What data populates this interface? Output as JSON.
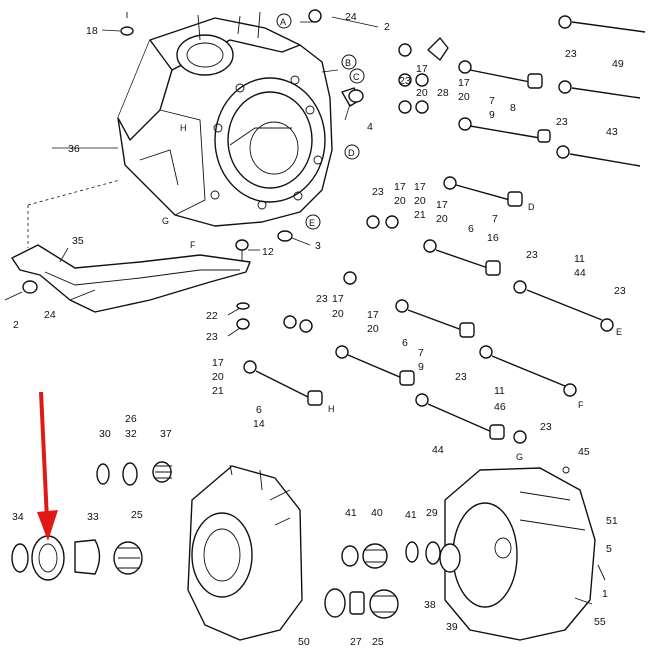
{
  "accent_color": "#e01818",
  "labels": {
    "l18": "18",
    "l24a": "24",
    "l2a": "2",
    "lA": "A",
    "lB": "B",
    "lC": "C",
    "l4": "4",
    "lD1": "D",
    "l36": "36",
    "lH1": "H",
    "lG1": "G",
    "lE1": "E",
    "lF1": "F",
    "l12": "12",
    "l3": "3",
    "l35": "35",
    "l2b": "2",
    "l24b": "24",
    "l22": "22",
    "l23a": "23",
    "l23b": "23",
    "l17a": "17",
    "l20a": "20",
    "l28": "28",
    "l7a": "7",
    "l9a": "9",
    "l17b": "17",
    "l20b": "20",
    "l8": "8",
    "l23c": "23",
    "l49": "49",
    "l23d": "23",
    "l43": "43",
    "l23e": "23",
    "l17c": "17",
    "l20c": "20",
    "l17d": "17",
    "l20d": "20",
    "l21a": "21",
    "lD2": "D",
    "l17e": "17",
    "l20e": "20",
    "l6a": "6",
    "l7b": "7",
    "l16": "16",
    "l23f": "23",
    "l11a": "11",
    "l44a": "44",
    "l23g": "23",
    "l17f": "17",
    "l20f": "20",
    "l23h": "23",
    "lE2": "E",
    "l17g": "17",
    "l20g": "20",
    "l6b": "6",
    "l7c": "7",
    "l9b": "9",
    "l23i": "23",
    "l11b": "11",
    "l46": "46",
    "l17h": "17",
    "l20h": "20",
    "l21b": "21",
    "l6c": "6",
    "l14": "14",
    "lH2": "H",
    "lF2": "F",
    "l23j": "23",
    "l44b": "44",
    "l30": "30",
    "l26": "26",
    "l32": "32",
    "l37": "37",
    "l34": "34",
    "l33": "33",
    "l25": "25",
    "l41a": "41",
    "l40": "40",
    "l41b": "41",
    "l29": "29",
    "lG2": "G",
    "l45": "45",
    "l51": "51",
    "l5": "5",
    "l1": "1",
    "l38": "38",
    "l39": "39",
    "l55": "55",
    "l50": "50",
    "l27": "27",
    "l25b": "25"
  }
}
